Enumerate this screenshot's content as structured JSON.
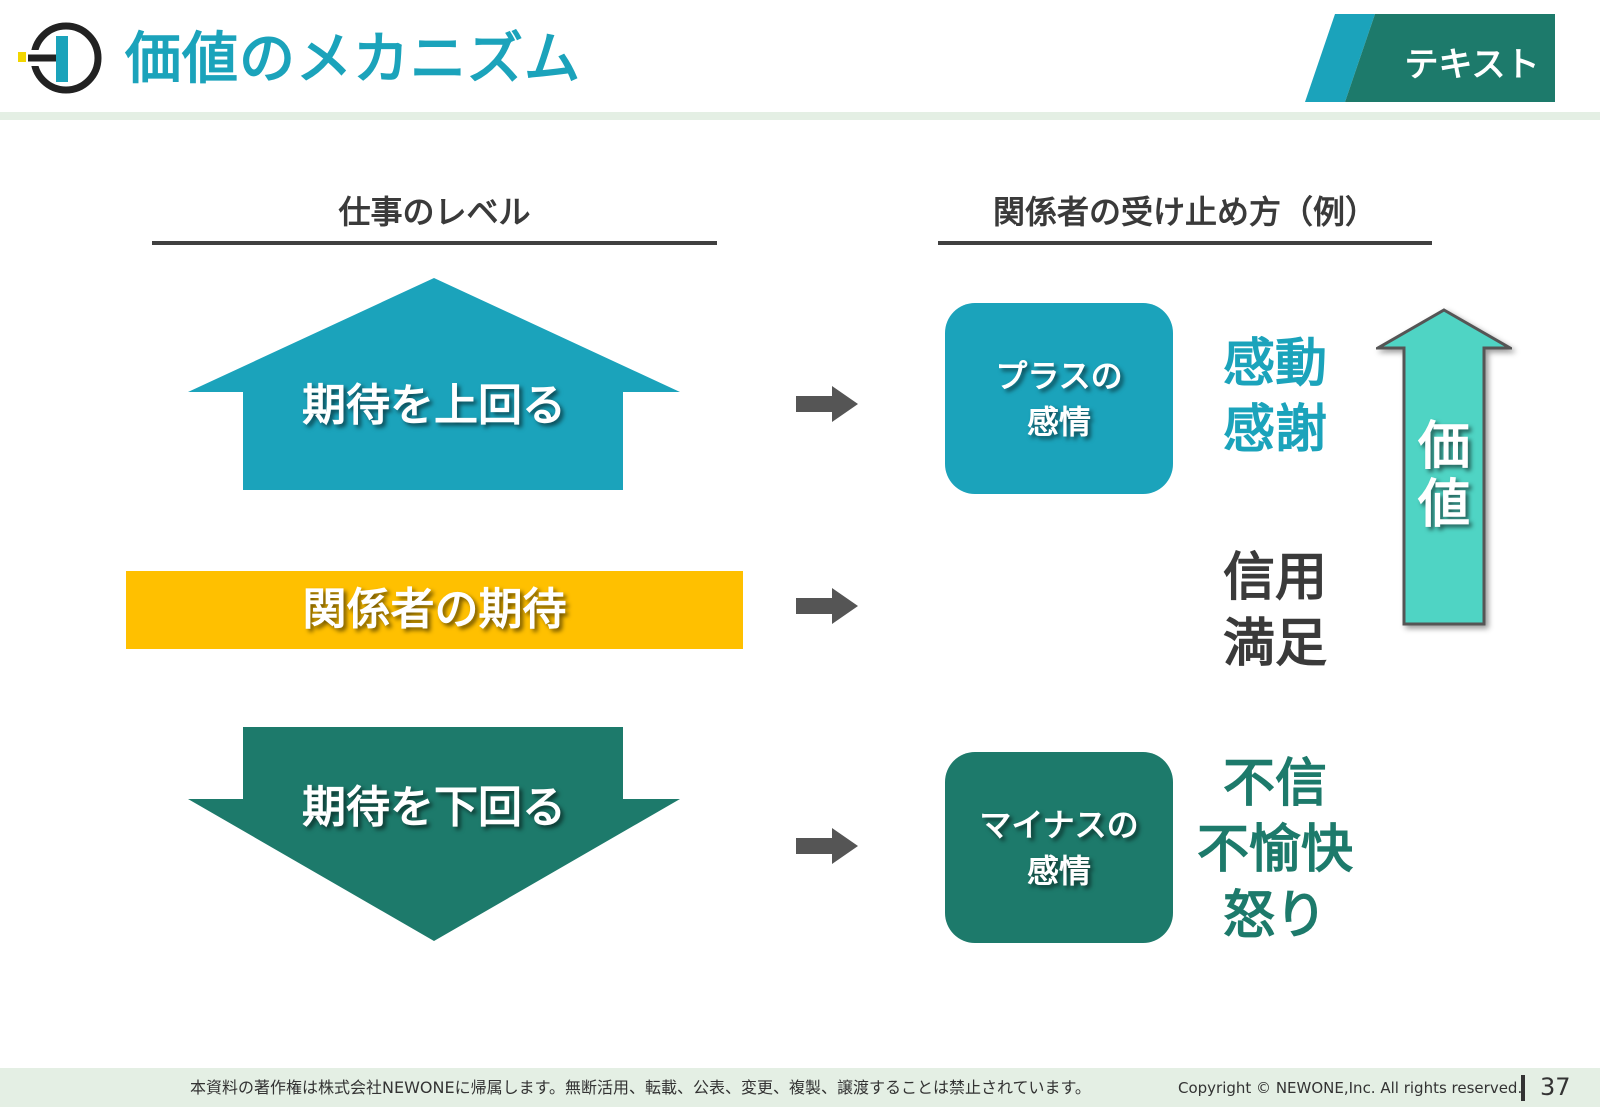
{
  "header": {
    "title": "価値のメカニズム",
    "tag": "テキスト"
  },
  "columns": {
    "left_heading": "仕事のレベル",
    "right_heading": "関係者の受け止め方（例）"
  },
  "levels": {
    "above": "期待を上回る",
    "expected": "関係者の期待",
    "below": "期待を下回る"
  },
  "emotions": {
    "plus": {
      "line1": "プラスの",
      "line2": "感情"
    },
    "minus": {
      "line1": "マイナスの",
      "line2": "感情"
    }
  },
  "words": {
    "positive": [
      "感動",
      "感謝"
    ],
    "neutral": [
      "信用",
      "満足"
    ],
    "negative": [
      "不信",
      "不愉快",
      "怒り"
    ]
  },
  "value_arrow": {
    "label_1": "価",
    "label_2": "値"
  },
  "footer": {
    "notice": "本資料の著作権は株式会社NEWONEに帰属します。無断活用、転載、公表、変更、複製、譲渡することは禁止されています。",
    "copyright": "Copyright © NEWONE,Inc. All rights reserved.",
    "page": "37"
  },
  "colors": {
    "teal": "#1ba3bb",
    "dark_green": "#1d7a6b",
    "yellow": "#ffc000",
    "mint": "#4fd4c4",
    "gray_text": "#3a3a3a"
  }
}
